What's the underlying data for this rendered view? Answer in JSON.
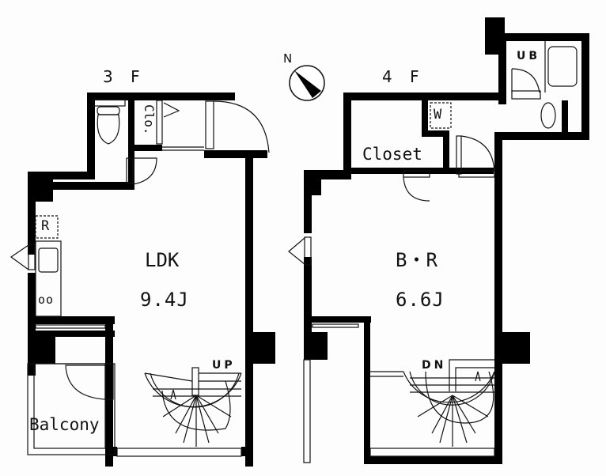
{
  "floors": [
    {
      "label": "3 F",
      "rooms": {
        "main": {
          "name": "LDK",
          "area": "9.4J"
        },
        "closet_abbr": "Clo.",
        "fridge": "R",
        "stove": "oo",
        "balcony": "Balcony",
        "stair": "UP"
      }
    },
    {
      "label": "4 F",
      "rooms": {
        "main": {
          "name": "B・R",
          "area": "6.6J"
        },
        "closet": "Closet",
        "washer": "W",
        "bath": "UB",
        "stair": "DN"
      }
    }
  ],
  "compass": {
    "label": "N"
  },
  "colors": {
    "wall": "#000000",
    "background": "#fdfdfd",
    "line": "#111111"
  }
}
